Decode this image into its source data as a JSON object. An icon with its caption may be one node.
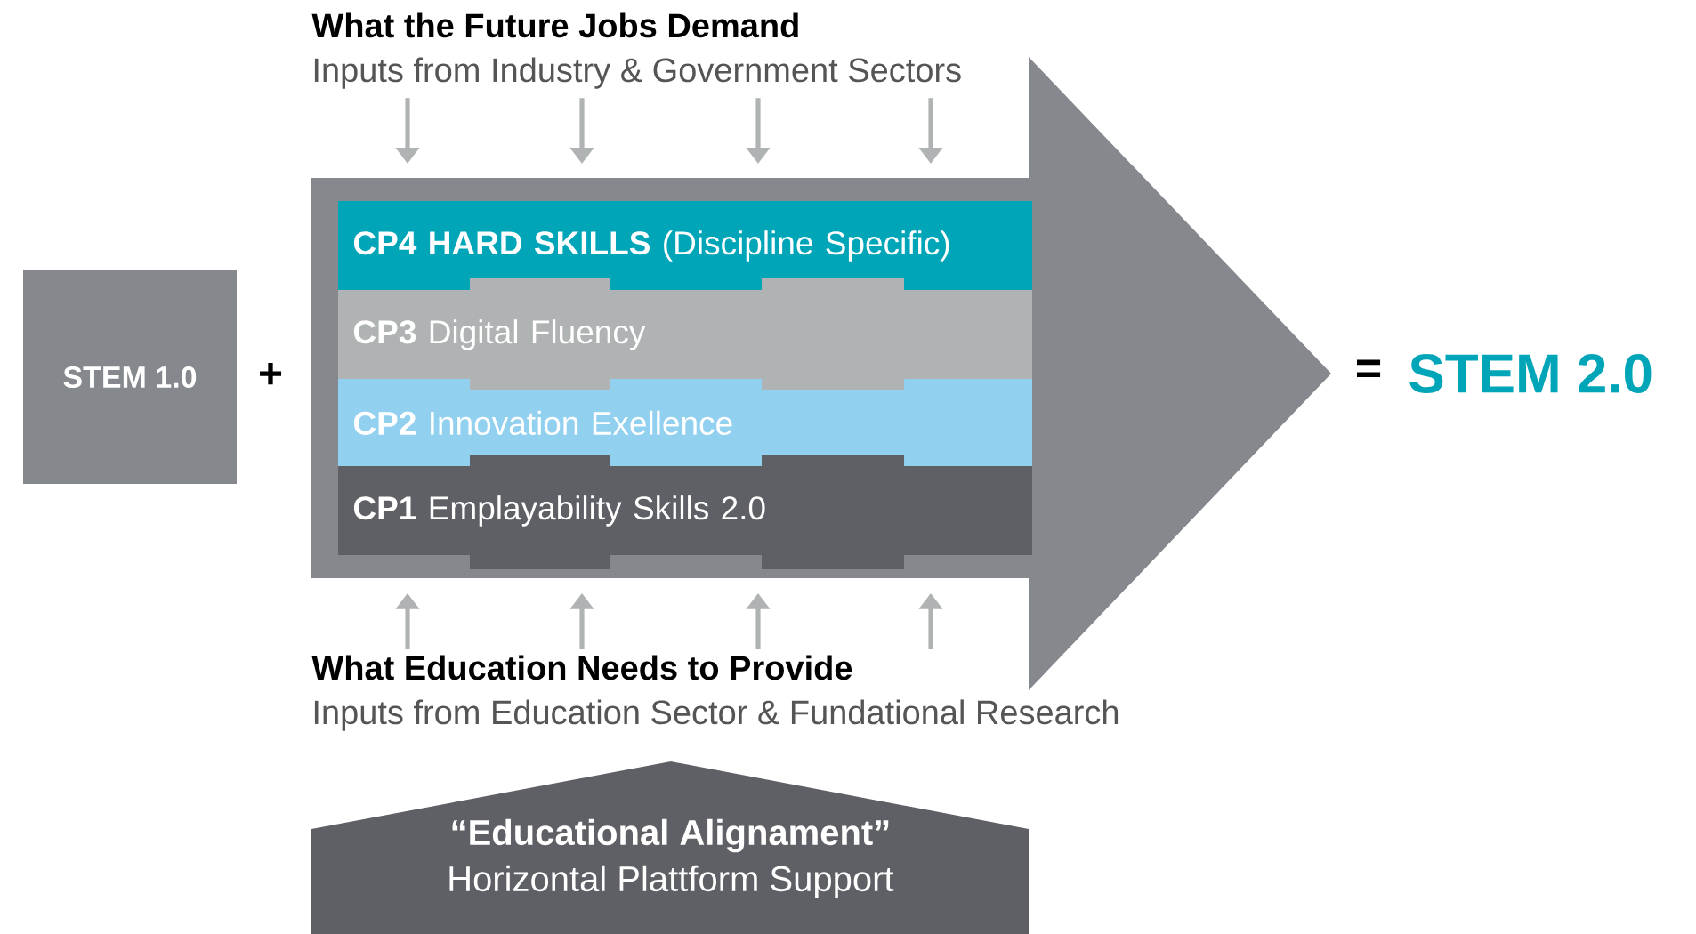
{
  "diagram": {
    "nodes": [
      {
        "text": [
          "STEM 1.0"
        ]
      },
      {
        "text": [],
        "shape": "arrow"
      },
      {
        "text": [
          "**CP4 HARD SKILLS** (Discipline Specific)"
        ],
        "in": 1
      },
      {
        "text": [
          "**CP3** Digital Fluency"
        ],
        "in": 1
      },
      {
        "text": [
          "**CP2** Innovation Exellence"
        ],
        "in": 1
      },
      {
        "text": [
          "**CP1** Emplayability Skills 2.0"
        ],
        "in": 1
      },
      {
        "text": [
          "What the Future Jobs Demand",
          "Inputs from Industry & Government Sectors"
        ]
      },
      {
        "text": [
          "What Education Needs to Provide",
          "Inputs from Education Sector & Fundational Research"
        ]
      },
      {
        "text": [
          "“Educational Alignament”",
          "Horizontal Plattform Support"
        ]
      }
    ],
    "edges": [
      {
        "from": 6,
        "to": 1,
        "arrow": "to"
      },
      {
        "from": 6,
        "to": 1,
        "arrow": "to"
      },
      {
        "from": 6,
        "to": 1,
        "arrow": "to"
      },
      {
        "from": 6,
        "to": 1,
        "arrow": "to"
      },
      {
        "from": 7,
        "to": 1,
        "arrow": "to"
      },
      {
        "from": 7,
        "to": 1,
        "arrow": "to"
      },
      {
        "from": 7,
        "to": 1,
        "arrow": "to"
      },
      {
        "from": 7,
        "to": 1,
        "arrow": "to"
      }
    ],
    "labels": [
      "+",
      "=",
      "STEM 2.0"
    ]
  }
}
